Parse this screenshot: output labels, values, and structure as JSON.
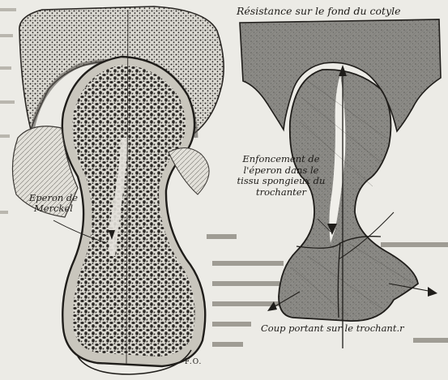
{
  "figure": {
    "left_panel": {
      "label_eperon": "Eperon de Merckel"
    },
    "right_panel": {
      "label_top": "Résistance sur le fond du cotyle",
      "label_middle": "Enfoncement de l'éperon dans le tissu spongieux du trochanter",
      "label_bottom": "Coup portant sur le trochant.r"
    },
    "corner_mark": "F.O."
  }
}
